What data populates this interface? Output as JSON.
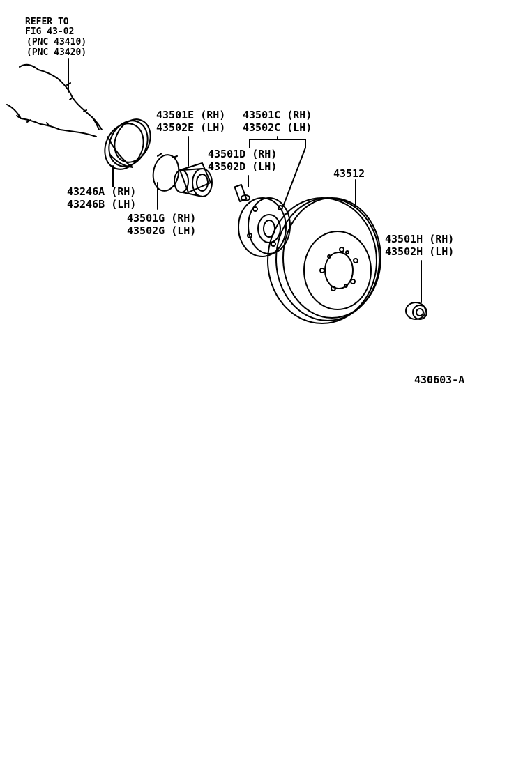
{
  "refer_note": {
    "line1": "REFER TO",
    "line2": "FIG 43-02",
    "line3": "(PNC 43410)",
    "line4": "(PNC 43420)"
  },
  "parts": {
    "dust_deflector": {
      "rh": "43246A (RH)",
      "lh": "43246B (LH)"
    },
    "hub_bearing": {
      "rh": "43501E (RH)",
      "lh": "43502E (LH)"
    },
    "snap_ring": {
      "rh": "43501G (RH)",
      "lh": "43502G (LH)"
    },
    "hub_assembly": {
      "rh": "43501C (RH)",
      "lh": "43502C (LH)"
    },
    "hub_bolt": {
      "rh": "43501D (RH)",
      "lh": "43502D (LH)"
    },
    "disc": {
      "number": "43512"
    },
    "hub_nut": {
      "rh": "43501H (RH)",
      "lh": "43502H (LH)"
    }
  },
  "figure_code": "430603-A"
}
